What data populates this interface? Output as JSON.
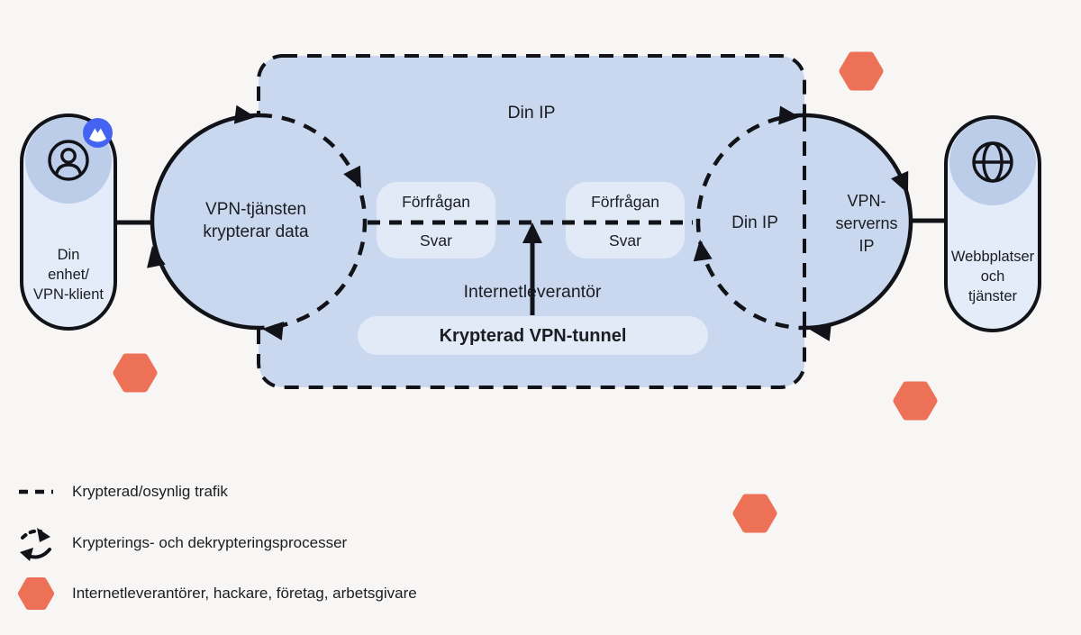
{
  "diagram": {
    "top_ip_label": "Din IP",
    "device": {
      "label": "Din\nenhet/\nVPN-klient"
    },
    "left_circle": {
      "label": "VPN-tjänsten\nkrypterar data"
    },
    "right_circle": {
      "din_ip": "Din IP",
      "server_ip": "VPN-\nserverns\nIP"
    },
    "request_left": {
      "request": "Förfrågan",
      "response": "Svar"
    },
    "request_right": {
      "request": "Förfrågan",
      "response": "Svar"
    },
    "isp_label": "Internetleverantör",
    "tunnel_label": "Krypterad VPN-tunnel",
    "websites": {
      "label": "Webbplatser\noch\ntjänster"
    }
  },
  "legend": {
    "items": [
      {
        "icon": "dashed-line-icon",
        "label": "Krypterad/osynlig trafik"
      },
      {
        "icon": "cycle-arrows-icon",
        "label": "Krypterings- och dekrypteringsprocesser"
      },
      {
        "icon": "hexagon-icon",
        "label": "Internetleverantörer, hackare, företag, arbetsgivare"
      }
    ]
  },
  "colors": {
    "background": "#f7f6f4",
    "tunnel_fill": "#c9d8ef",
    "box_fill": "#e2eaf8",
    "pill_fill": "#e4ecf9",
    "pill_circle_fill": "#bccdea",
    "line": "#111318",
    "hexagon": "#ec7157",
    "badge_blue": "#4463f2"
  }
}
